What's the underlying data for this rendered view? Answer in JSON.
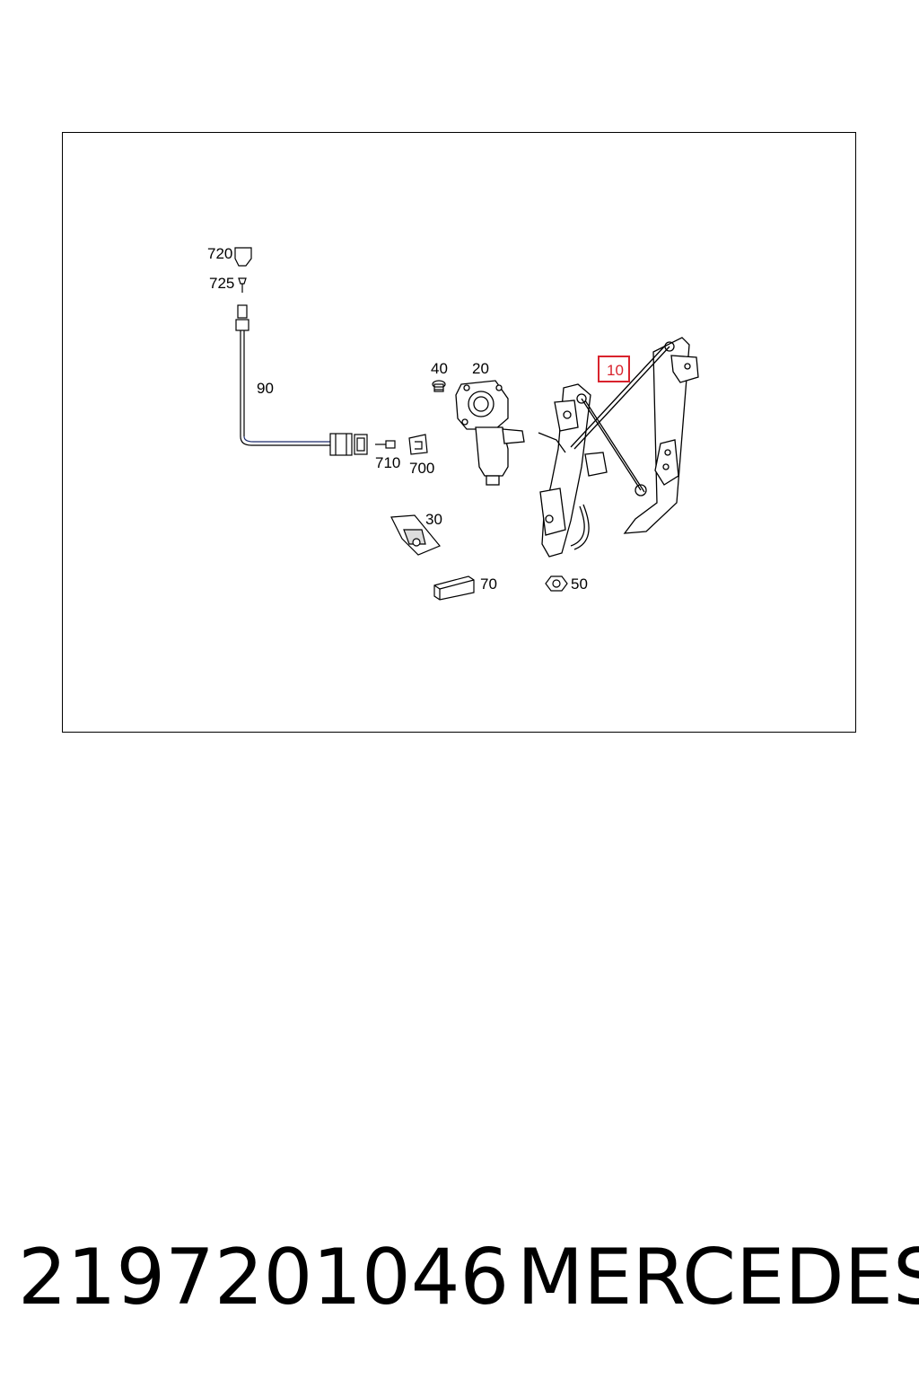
{
  "callouts": {
    "c720": "720",
    "c725": "725",
    "c90": "90",
    "c40": "40",
    "c20": "20",
    "c10": "10",
    "c710": "710",
    "c700": "700",
    "c30": "30",
    "c70": "70",
    "c50": "50"
  },
  "footer": {
    "part_number": "2197201046",
    "brand": "MERCEDES"
  },
  "colors": {
    "highlight": "#d9232d",
    "line": "#000000",
    "cable": "#1a2a6c"
  }
}
